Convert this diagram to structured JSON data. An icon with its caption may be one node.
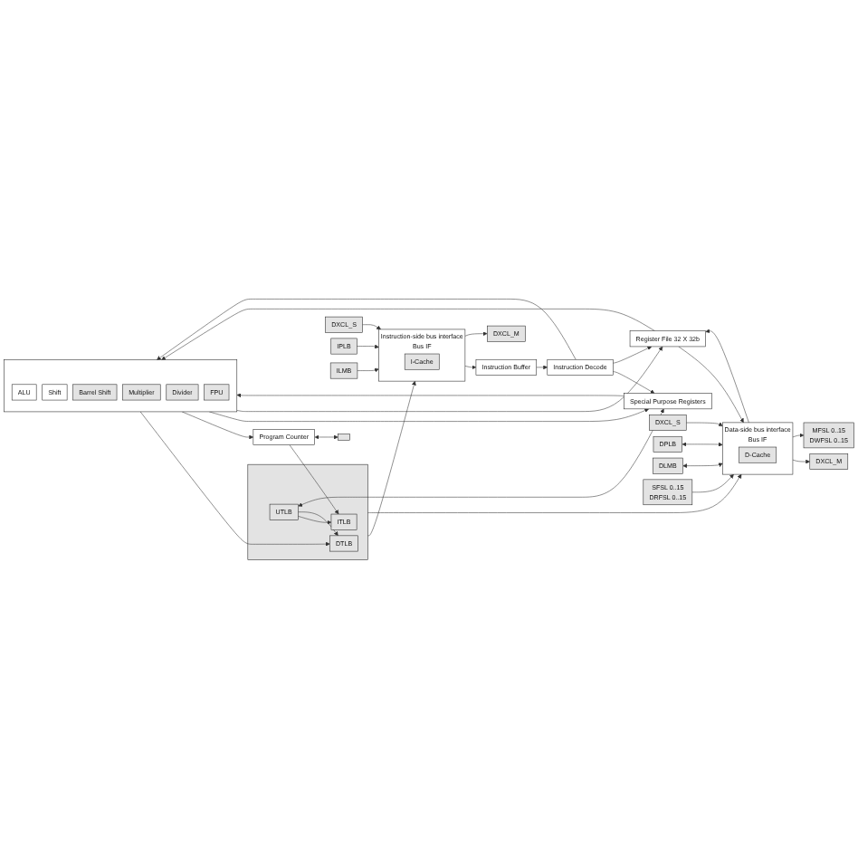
{
  "diagram": {
    "nodes": [
      {
        "text": [
          "Instruction-side bus interface",
          "Bus IF"
        ]
      },
      {
        "text": [
          "I-Cache"
        ],
        "in": 0
      },
      {
        "text": [
          "Data-side bus interface",
          "Bus IF"
        ]
      },
      {
        "text": [
          "D-Cache"
        ],
        "in": 2
      },
      {
        "text": [],
        "shape": "box"
      },
      {
        "text": [
          "ITLB"
        ],
        "in": 4
      },
      {
        "text": [
          "UTLB"
        ],
        "in": 4
      },
      {
        "text": [
          "DTLB"
        ],
        "in": 4
      },
      {
        "text": [
          "Program Counter"
        ]
      },
      {
        "text": [],
        "shape": "box"
      },
      {
        "text": [
          "Special Purpose Registers"
        ]
      },
      {
        "text": [
          "Instruction Buffer"
        ]
      },
      {
        "text": [
          "Instruction Decode"
        ]
      },
      {
        "text": [],
        "shape": "box"
      },
      {
        "text": [
          "ALU"
        ],
        "in": 13
      },
      {
        "text": [
          "Shift"
        ],
        "in": 13
      },
      {
        "text": [
          "Barrel Shift"
        ],
        "in": 13
      },
      {
        "text": [
          "Multiplier"
        ],
        "in": 13
      },
      {
        "text": [
          "Divider"
        ],
        "in": 13
      },
      {
        "text": [
          "FPU"
        ],
        "in": 13
      },
      {
        "text": [
          "Register File 32 X 32b"
        ]
      },
      {
        "text": [
          "DXCL_M"
        ]
      },
      {
        "text": [
          "DXCL_S"
        ]
      },
      {
        "text": [
          "IPLB"
        ]
      },
      {
        "text": [
          "ILMB"
        ]
      },
      {
        "text": [
          "DXCL_M"
        ]
      },
      {
        "text": [
          "DXCL_S"
        ]
      },
      {
        "text": [
          "DPLB"
        ]
      },
      {
        "text": [
          "DLMB"
        ]
      },
      {
        "text": [
          "MFSL 0..15",
          "DWFSL 0..15"
        ]
      },
      {
        "text": [
          "SFSL 0..15",
          "DRFSL 0..15"
        ]
      }
    ],
    "edges": [
      {
        "from": 4,
        "to": 0,
        "arrow": "to"
      },
      {
        "from": 4,
        "to": 2,
        "arrow": "to"
      },
      {
        "from": 6,
        "to": 5,
        "arrow": "to"
      },
      {
        "from": 6,
        "to": 7,
        "arrow": "to"
      },
      {
        "from": 8,
        "to": 5,
        "arrow": "to"
      },
      {
        "from": 6,
        "to": 10,
        "arrow": "both"
      },
      {
        "from": 13,
        "to": 7,
        "arrow": "to"
      },
      {
        "from": 13,
        "to": 8,
        "arrow": "to"
      },
      {
        "from": 8,
        "to": 9,
        "arrow": "both"
      },
      {
        "from": 13,
        "to": 10,
        "arrow": "to"
      },
      {
        "from": 10,
        "to": 13,
        "arrow": "to"
      },
      {
        "from": 12,
        "to": 10,
        "arrow": "to"
      },
      {
        "from": 0,
        "to": 11,
        "arrow": "to"
      },
      {
        "from": 11,
        "to": 12,
        "arrow": "to"
      },
      {
        "from": 12,
        "to": 13,
        "arrow": "to"
      },
      {
        "from": 12,
        "to": 20,
        "arrow": "to"
      },
      {
        "from": 20,
        "to": 13,
        "arrow": "to"
      },
      {
        "from": 13,
        "to": 20,
        "arrow": "to"
      },
      {
        "from": 2,
        "to": 20,
        "arrow": "to"
      },
      {
        "from": 20,
        "to": 2,
        "arrow": "to"
      },
      {
        "from": 0,
        "to": 21,
        "arrow": "to"
      },
      {
        "from": 22,
        "to": 0,
        "arrow": "to"
      },
      {
        "from": 23,
        "to": 0,
        "arrow": "to"
      },
      {
        "from": 24,
        "to": 0,
        "arrow": "to"
      },
      {
        "from": 2,
        "to": 25,
        "arrow": "to"
      },
      {
        "from": 26,
        "to": 2,
        "arrow": "to"
      },
      {
        "from": 27,
        "to": 2,
        "arrow": "both"
      },
      {
        "from": 28,
        "to": 2,
        "arrow": "both"
      },
      {
        "from": 2,
        "to": 29,
        "arrow": "to"
      },
      {
        "from": 30,
        "to": 2,
        "arrow": "to"
      }
    ]
  }
}
